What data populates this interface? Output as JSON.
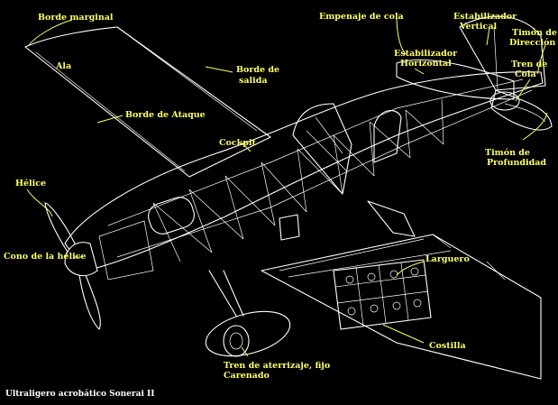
{
  "diagram": {
    "caption": "Ultraligero acrobático Sonerai II",
    "colors": {
      "background": "#000000",
      "lines": "#ffffff",
      "labels": "#ffff66"
    },
    "labels": {
      "borde_marginal": "Borde marginal",
      "ala": "Ala",
      "borde_salida_1": "Borde de",
      "borde_salida_2": "salida",
      "borde_ataque": "Borde de Ataque",
      "cockpit": "Cockpit",
      "empenaje": "Empenaje de cola",
      "estab_vertical_1": "Estabilizador",
      "estab_vertical_2": "Vertical",
      "timon_direccion_1": "Timón de",
      "timon_direccion_2": "Dirección",
      "estab_horizontal_1": "Estabilizador",
      "estab_horizontal_2": "Horizontal",
      "tren_cola_1": "Tren de",
      "tren_cola_2": "Cola",
      "timon_profundidad_1": "Timón de",
      "timon_profundidad_2": "Profundidad",
      "helice": "Hélice",
      "cono_helice": "Cono de la hélice",
      "larguero": "Larguero",
      "costilla": "Costilla",
      "tren_aterrizaje_1": "Tren de aterrizaje, fijo",
      "tren_aterrizaje_2": "Carenado"
    }
  }
}
